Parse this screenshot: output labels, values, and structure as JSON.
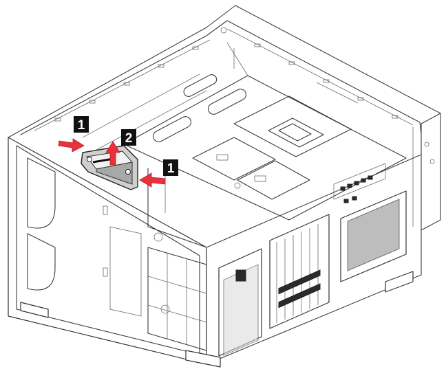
{
  "callouts": [
    {
      "id": "callout-1-left",
      "label": "1"
    },
    {
      "id": "callout-2",
      "label": "2"
    },
    {
      "id": "callout-1-right",
      "label": "1"
    }
  ],
  "colors": {
    "arrow": "#e8323c",
    "badge": "#111111",
    "line": "#3a3a3a",
    "bracket": "#c9c9c9"
  },
  "icons": [
    "push-arrow-icon",
    "lift-arrow-icon",
    "push-arrow-icon"
  ]
}
